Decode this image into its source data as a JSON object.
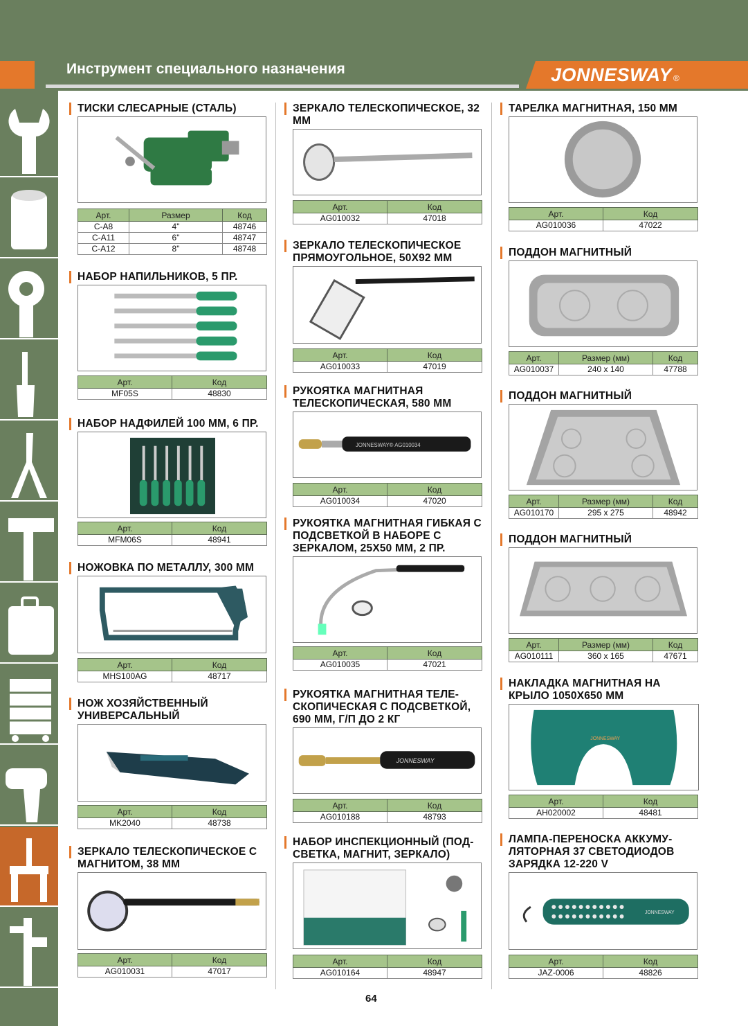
{
  "header": {
    "title": "Инструмент специального назначения",
    "brand": "JONNESWAY",
    "brand_mark": "®"
  },
  "sidebar": {
    "icons": [
      "wrench-icon",
      "socket-icon",
      "ratchet-icon",
      "screwdriver-icon",
      "pliers-icon",
      "hammer-icon",
      "tool-case-icon",
      "tool-cabinet-icon",
      "air-tool-icon",
      "puller-icon",
      "caliper-icon"
    ]
  },
  "products": [
    {
      "title": "ТИСКИ СЛЕСАРНЫЕ (СТАЛЬ)",
      "headers": [
        "Арт.",
        "Размер",
        "Код"
      ],
      "rows": [
        [
          "C-A8",
          "4\"",
          "48746"
        ],
        [
          "C-A11",
          "6\"",
          "48747"
        ],
        [
          "C-A12",
          "8\"",
          "48748"
        ]
      ]
    },
    {
      "title": "НАБОР НАПИЛЬНИКОВ, 5 ПР.",
      "headers": [
        "Арт.",
        "Код"
      ],
      "rows": [
        [
          "MF05S",
          "48830"
        ]
      ]
    },
    {
      "title": "НАБОР НАДФИЛЕЙ 100 ММ, 6 ПР.",
      "headers": [
        "Арт.",
        "Код"
      ],
      "rows": [
        [
          "MFM06S",
          "48941"
        ]
      ]
    },
    {
      "title": "НОЖОВКА ПО МЕТАЛЛУ, 300 ММ",
      "headers": [
        "Арт.",
        "Код"
      ],
      "rows": [
        [
          "MHS100AG",
          "48717"
        ]
      ]
    },
    {
      "title": "НОЖ ХОЗЯЙСТВЕННЫЙ УНИВЕРСАЛЬНЫЙ",
      "headers": [
        "Арт.",
        "Код"
      ],
      "rows": [
        [
          "MK2040",
          "48738"
        ]
      ]
    },
    {
      "title": "ЗЕРКАЛО ТЕЛЕСКОПИЧЕСКОЕ С МАГНИТОМ, 38 ММ",
      "headers": [
        "Арт.",
        "Код"
      ],
      "rows": [
        [
          "AG010031",
          "47017"
        ]
      ]
    },
    {
      "title": "ЗЕРКАЛО ТЕЛЕСКОПИЧЕСКОЕ, 32 ММ",
      "headers": [
        "Арт.",
        "Код"
      ],
      "rows": [
        [
          "AG010032",
          "47018"
        ]
      ]
    },
    {
      "title": "ЗЕРКАЛО ТЕЛЕСКОПИЧЕСКОЕ ПРЯМОУГОЛЬНОЕ, 50Х92 ММ",
      "headers": [
        "Арт.",
        "Код"
      ],
      "rows": [
        [
          "AG010033",
          "47019"
        ]
      ]
    },
    {
      "title": "РУКОЯТКА МАГНИТНАЯ ТЕЛЕСКОПИЧЕСКАЯ, 580 ММ",
      "headers": [
        "Арт.",
        "Код"
      ],
      "rows": [
        [
          "AG010034",
          "47020"
        ]
      ],
      "image_text": "JONNESWAY® AG010034"
    },
    {
      "title": "РУКОЯТКА МАГНИТНАЯ ГИБКАЯ С ПОДСВЕТКОЙ В НАБОРЕ С ЗЕРКАЛОМ, 25Х50 ММ, 2 ПР.",
      "headers": [
        "Арт.",
        "Код"
      ],
      "rows": [
        [
          "AG010035",
          "47021"
        ]
      ]
    },
    {
      "title": "РУКОЯТКА МАГНИТНАЯ ТЕЛЕ-СКОПИЧЕСКАЯ С ПОДСВЕТКОЙ, 690 ММ, Г/П ДО 2 КГ",
      "headers": [
        "Арт.",
        "Код"
      ],
      "rows": [
        [
          "AG010188",
          "48793"
        ]
      ],
      "image_text": "JONNESWAY"
    },
    {
      "title": "НАБОР ИНСПЕКЦИОННЫЙ (ПОД-СВЕТКА, МАГНИТ, ЗЕРКАЛО)",
      "headers": [
        "Арт.",
        "Код"
      ],
      "rows": [
        [
          "AG010164",
          "48947"
        ]
      ]
    },
    {
      "title": "ТАРЕЛКА МАГНИТНАЯ, 150 ММ",
      "headers": [
        "Арт.",
        "Код"
      ],
      "rows": [
        [
          "AG010036",
          "47022"
        ]
      ]
    },
    {
      "title": "ПОДДОН МАГНИТНЫЙ",
      "headers": [
        "Арт.",
        "Размер (мм)",
        "Код"
      ],
      "rows": [
        [
          "AG010037",
          "240 х 140",
          "47788"
        ]
      ]
    },
    {
      "title": "ПОДДОН МАГНИТНЫЙ",
      "headers": [
        "Арт.",
        "Размер (мм)",
        "Код"
      ],
      "rows": [
        [
          "AG010170",
          "295 х 275",
          "48942"
        ]
      ]
    },
    {
      "title": "ПОДДОН МАГНИТНЫЙ",
      "headers": [
        "Арт.",
        "Размер (мм)",
        "Код"
      ],
      "rows": [
        [
          "AG010111",
          "360 х 165",
          "47671"
        ]
      ]
    },
    {
      "title": "НАКЛАДКА МАГНИТНАЯ НА КРЫЛО 1050Х650 ММ",
      "headers": [
        "Арт.",
        "Код"
      ],
      "rows": [
        [
          "AH020002",
          "48481"
        ]
      ],
      "image_text": "JONNESWAY"
    },
    {
      "title": "ЛАМПА-ПЕРЕНОСКА АККУМУ-ЛЯТОРНАЯ 37 СВЕТОДИОДОВ ЗАРЯДКА 12-220 V",
      "headers": [
        "Арт.",
        "Код"
      ],
      "rows": [
        [
          "JAZ-0006",
          "48826"
        ]
      ],
      "image_text": "JONNESWAY"
    }
  ],
  "footer": {
    "page_number": "64"
  }
}
